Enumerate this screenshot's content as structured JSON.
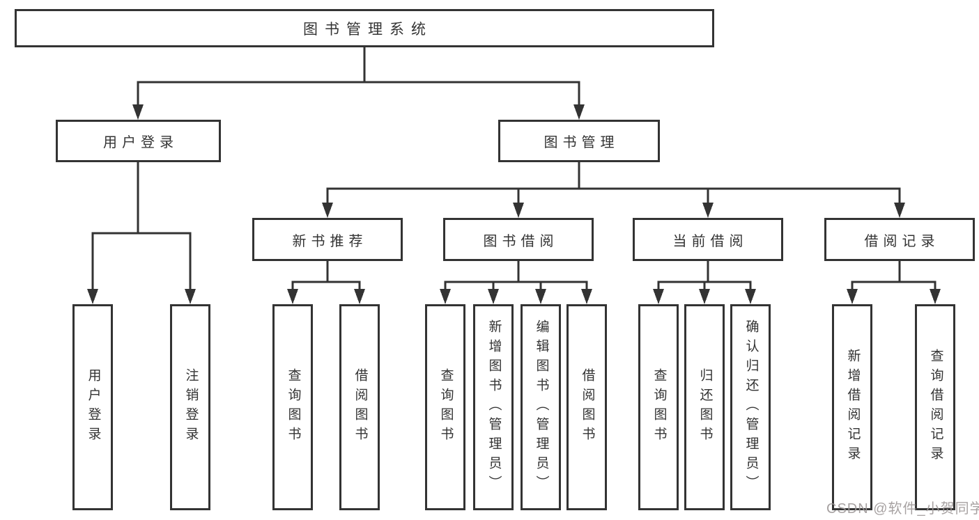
{
  "nodes": {
    "root": {
      "label": "图书管理系统"
    },
    "level2": [
      {
        "label": "用户登录"
      },
      {
        "label": "图书管理"
      }
    ],
    "level3": [
      {
        "label": "新书推荐"
      },
      {
        "label": "图书借阅"
      },
      {
        "label": "当前借阅"
      },
      {
        "label": "借阅记录"
      }
    ],
    "leaves": [
      {
        "label": "用户登录"
      },
      {
        "label": "注销登录"
      },
      {
        "label": "查询图书"
      },
      {
        "label": "借阅图书"
      },
      {
        "label": "查询图书"
      },
      {
        "label": "新增图书（管理员）"
      },
      {
        "label": "编辑图书（管理员）"
      },
      {
        "label": "借阅图书"
      },
      {
        "label": "查询图书"
      },
      {
        "label": "归还图书"
      },
      {
        "label": "确认归还（管理员）"
      },
      {
        "label": "新增借阅记录"
      },
      {
        "label": "查询借阅记录"
      }
    ]
  },
  "watermark": {
    "text": "CSDN @软件_小贺同学"
  },
  "colors": {
    "line": "#333333",
    "box_border": "#333333",
    "text": "#333333",
    "watermark": "#9e9898",
    "background": "#ffffff"
  }
}
